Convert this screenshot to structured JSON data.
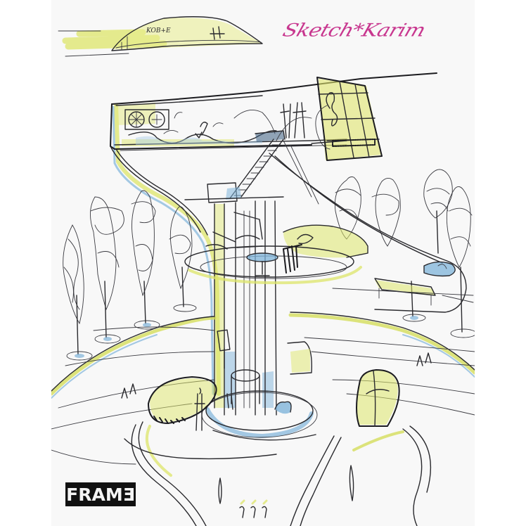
{
  "page": {
    "type": "magazine-cover",
    "background": "#ffffff",
    "cover_background": "#f8f8f8"
  },
  "signature": {
    "text": "Sketch*Karim",
    "color": "#c8378f"
  },
  "masthead": {
    "text": "FRAMƎ",
    "background": "#111111",
    "color": "#f4f4f4"
  },
  "blimp": {
    "label": "KOB+E"
  },
  "illustration": {
    "subject": "architectural-sketch-tower-pavilion",
    "colors": {
      "ink": "#2a2a2e",
      "highlight_yellow": "#dde66a",
      "highlight_blue": "#7fb4da"
    },
    "elements": [
      "blimp",
      "upper-deck-pod",
      "glass-box-cantilever",
      "staircase",
      "central-column",
      "trees",
      "mid-level-lounge",
      "right-cantilever-arm",
      "ground-pods",
      "winding-paths",
      "human-figures"
    ]
  }
}
